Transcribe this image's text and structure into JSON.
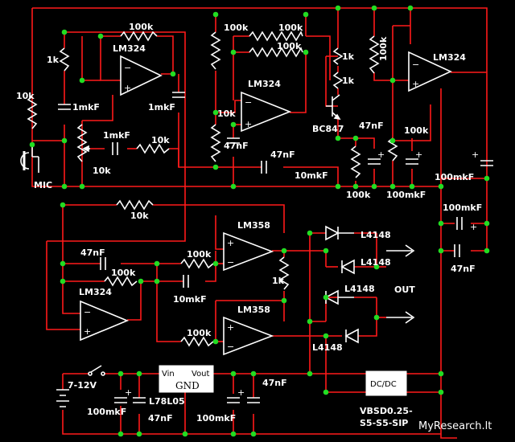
{
  "schematic": {
    "opamps": {
      "u1": "LM324",
      "u2": "LM324",
      "u3": "LM324",
      "u4": "LM324",
      "u5": "LM358",
      "u6": "LM358"
    },
    "transistor": "BC847",
    "regulator": {
      "part": "L78L05",
      "vin": "Vin",
      "vout": "Vout",
      "gnd": "GND"
    },
    "converter": {
      "label": "DC/DC",
      "part_line1": "VBSD0.25-",
      "part_line2": "S5-S5-SIP"
    },
    "mic": "MIC",
    "out": "OUT",
    "supply": "7-12V",
    "diodes": [
      "L4148",
      "L4148",
      "L4148",
      "L4148"
    ],
    "values": {
      "r_100k": "100k",
      "r_10k": "10k",
      "r_1k": "1k",
      "c_1mkf": "1mkF",
      "c_47nf": "47nF",
      "c_10mkf": "10mkF",
      "c_100mkf": "100mkF"
    },
    "brand": "MyResearch.lt"
  }
}
